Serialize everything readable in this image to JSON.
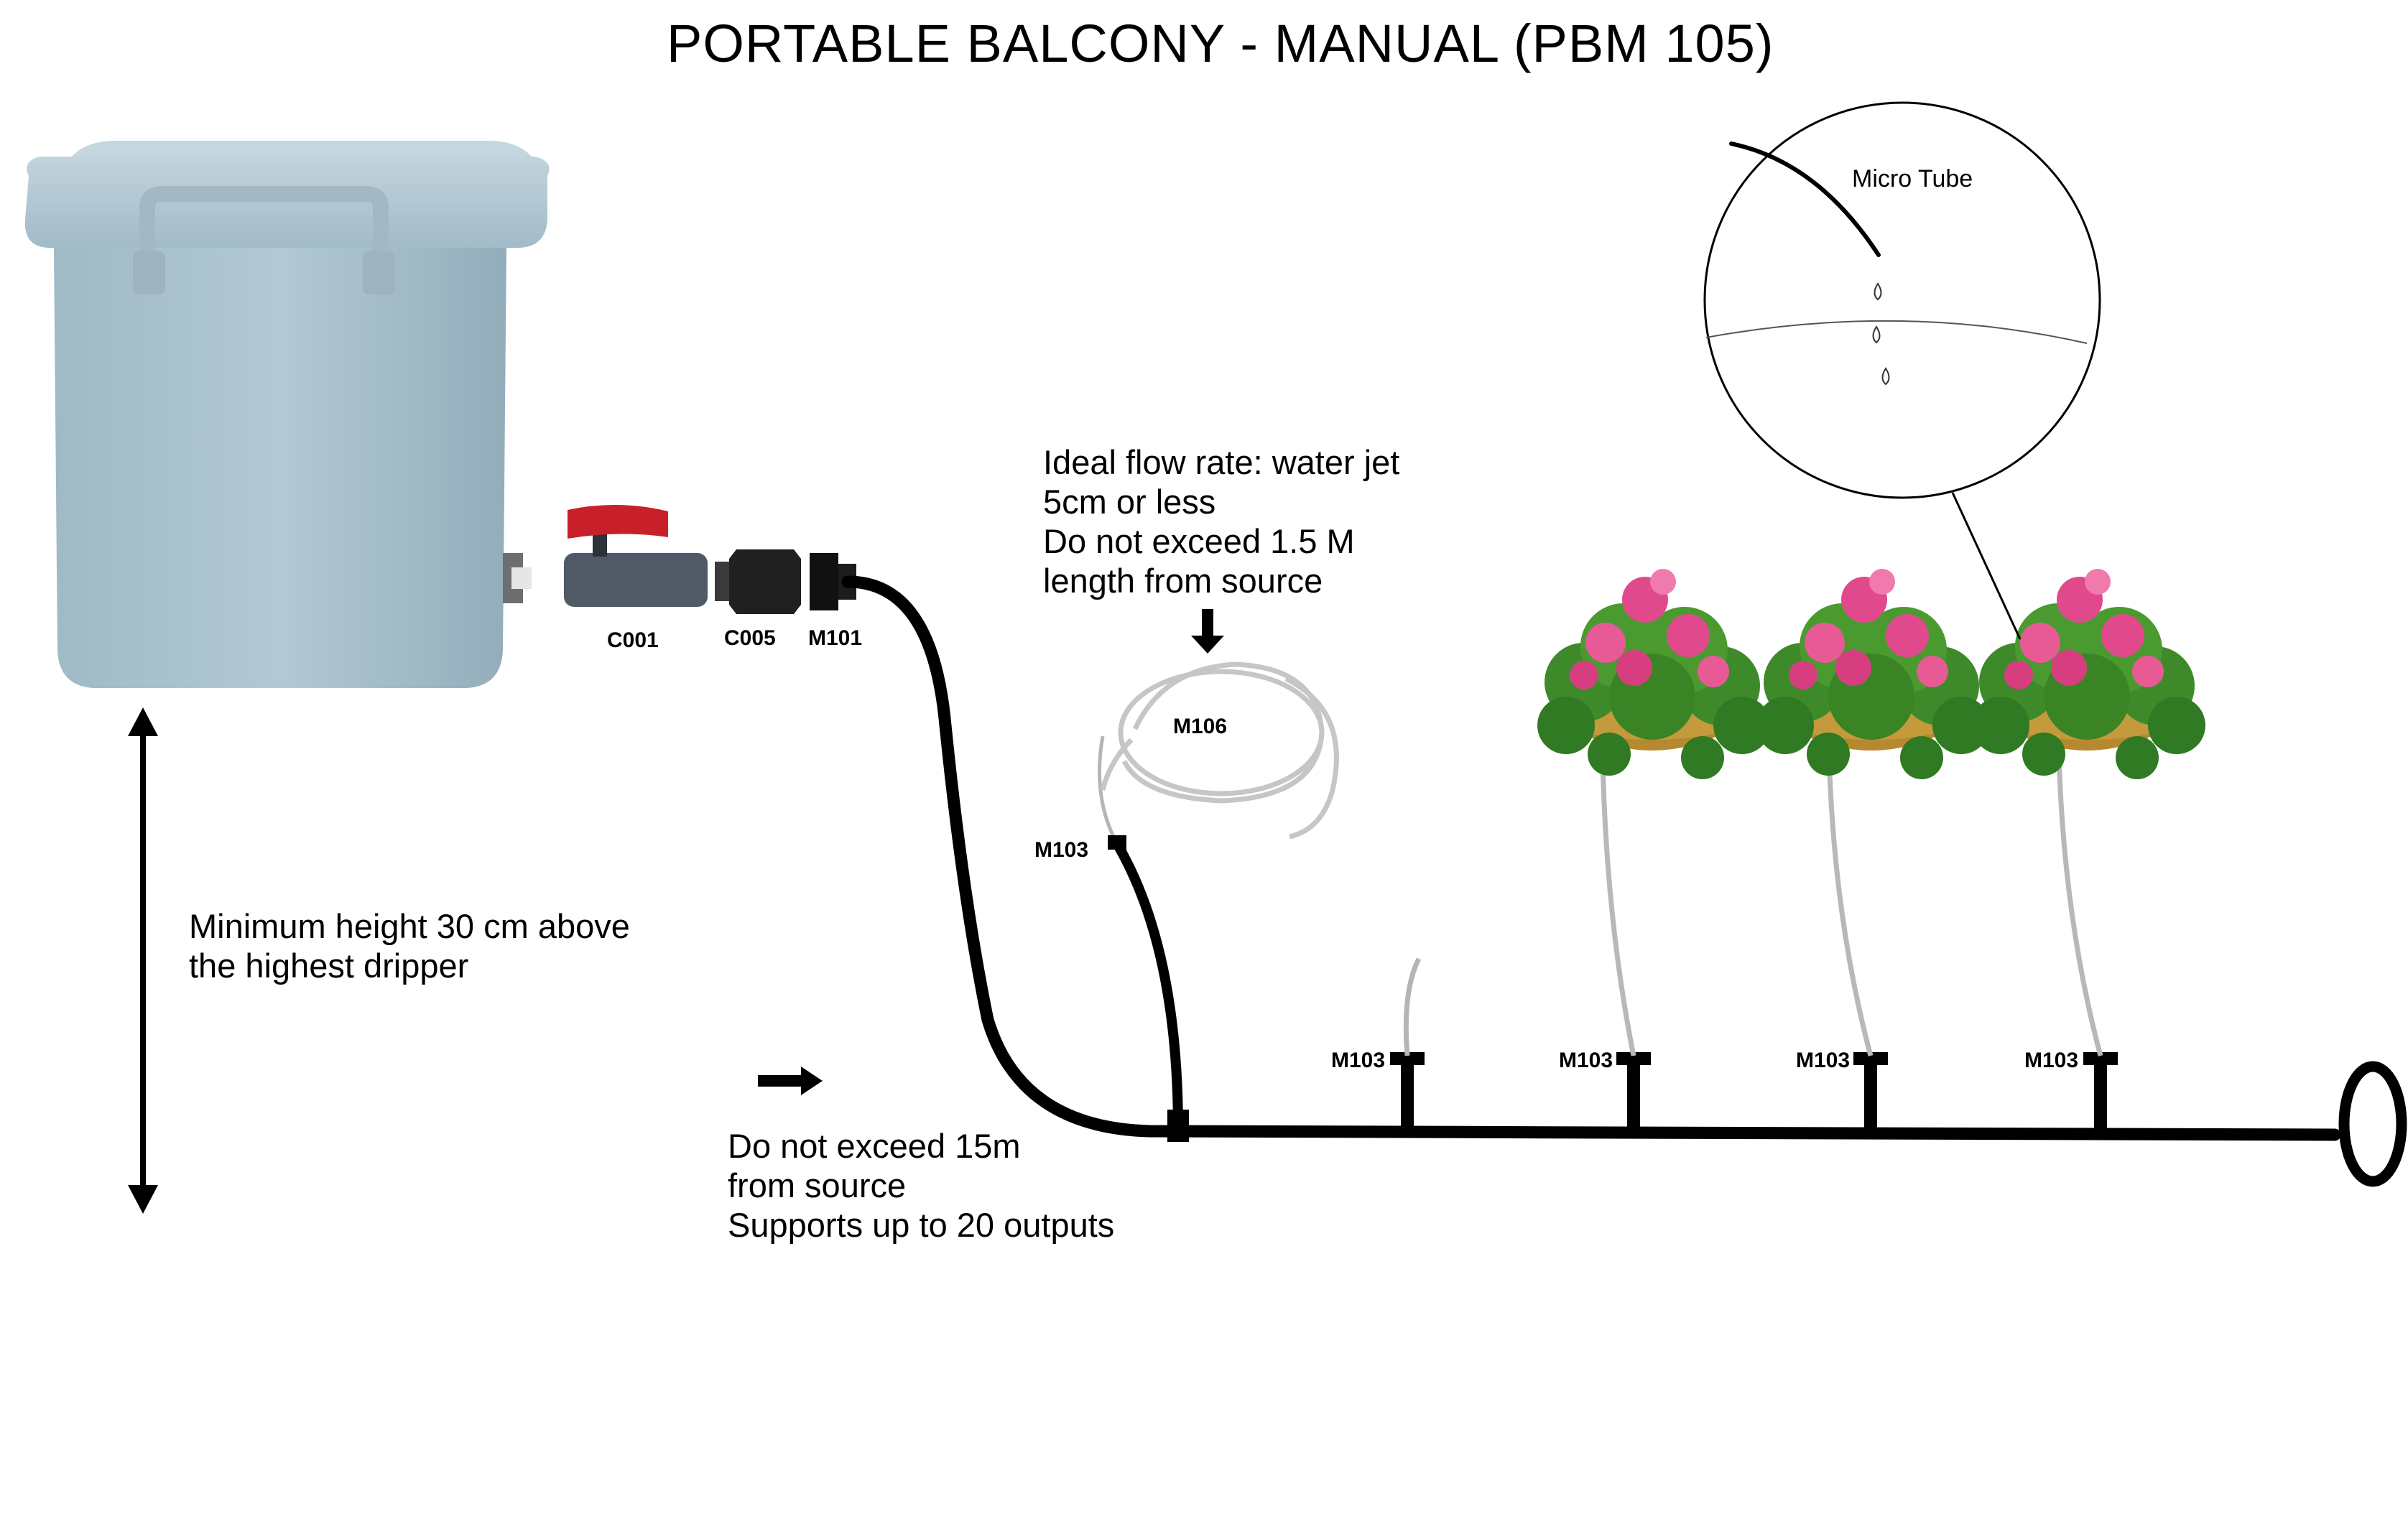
{
  "title": "PORTABLE  BALCONY - MANUAL (PBM 105)",
  "parts": {
    "valve": "C001",
    "adapter": "C005",
    "connector": "M101",
    "micro_tube_coil": "M106",
    "tee_first": "M103",
    "tee_2": "M103",
    "tee_3": "M103",
    "tee_4": "M103",
    "tee_5": "M103"
  },
  "notes": {
    "height": "Minimum height 30 cm above\nthe highest dripper",
    "main_line": "Do not exceed 15m\nfrom source\nSupports up to 20 outputs",
    "flow_rate": "Ideal flow rate: water jet\n5cm or less\nDo not exceed 1.5 M\nlength from source"
  },
  "callout": {
    "label": "Micro Tube"
  },
  "colors": {
    "container_body": "#a6bfcc",
    "container_lid": "#b3c8d3",
    "valve_handle": "#c8202a",
    "pipe": "#000000",
    "micro_tube": "#b5b5b5",
    "flowers": "#e0468a",
    "foliage": "#3f8f28"
  }
}
